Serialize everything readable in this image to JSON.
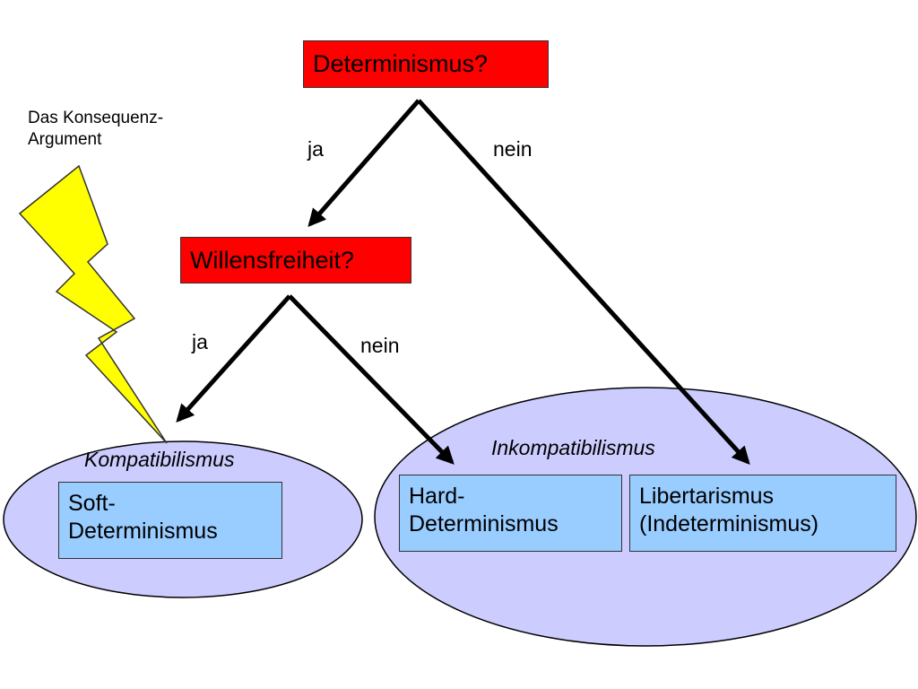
{
  "nodes": {
    "determinismus": "Determinismus?",
    "willensfreiheit": "Willensfreiheit?"
  },
  "edges": {
    "top_ja": "ja",
    "top_nein": "nein",
    "mid_ja": "ja",
    "mid_nein": "nein"
  },
  "groups": {
    "kompatibilismus": "Kompatibilismus",
    "inkompatibilismus": "Inkompatibilismus"
  },
  "leaves": {
    "soft": [
      "Soft-",
      "Determinismus"
    ],
    "hard": [
      "Hard-",
      "Determinismus"
    ],
    "libertarismus": [
      "Libertarismus",
      "(Indeterminismus)"
    ]
  },
  "note": [
    "Das Konsequenz-",
    "Argument"
  ],
  "colors": {
    "question_fill": "#ff0000",
    "leaf_fill": "#99ccff",
    "ellipse_fill": "#ccccff",
    "lightning_fill": "#ffff00"
  }
}
